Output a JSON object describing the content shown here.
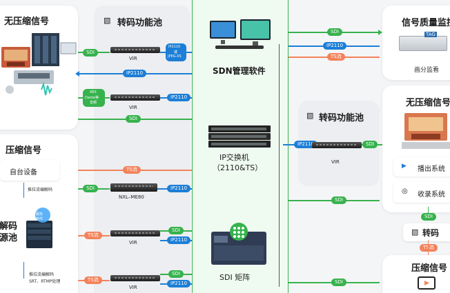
{
  "left": {
    "uncompressed_title": "无压缩信号",
    "compressed_title": "压缩信号",
    "self_device": "自台设备",
    "push_pull_1": "推拉流编解码",
    "decode_pool_1": "解码",
    "decode_pool_2": "源池",
    "cloud_label": "服务\n软件",
    "push_pull_2": "推拉流编解码",
    "protocols": "SRT、RTMP处理"
  },
  "transcode_pool": {
    "title": "转码功能池",
    "vir1": "VIR",
    "ip2110_jpeg_1": "IP2110",
    "ip2110_jpeg_2": "或",
    "ip2110_jpeg_3": "JPEG-XS",
    "aes_1": "AES",
    "aes_2": "Dante等",
    "aes_3": "音频",
    "vir2": "VIR",
    "nxl": "NXL–ME80",
    "vir3": "VIR",
    "vir4": "VIR"
  },
  "center": {
    "sdn_title": "SDN管理软件",
    "ip_switch_1": "IP交换机",
    "ip_switch_2": "（2110&TS）",
    "sdi_matrix": "SDI 矩阵"
  },
  "right_pool": {
    "title": "转码功能池",
    "vir": "VIR"
  },
  "right": {
    "quality_title": "信号质量监控",
    "tag_label": "TAG",
    "monitor_label": "画分监看",
    "uncompressed_title": "无压缩信号",
    "playout": "播出系统",
    "record": "收录系统",
    "transcode": "转码",
    "compressed_title": "压缩信号"
  },
  "badges": {
    "sdi": "SDI",
    "ip2110": "IP2110",
    "ts": "TS流"
  },
  "colors": {
    "sdi": "#37b24d",
    "ip2110": "#1c7ed6",
    "ts": "#f3825a"
  }
}
